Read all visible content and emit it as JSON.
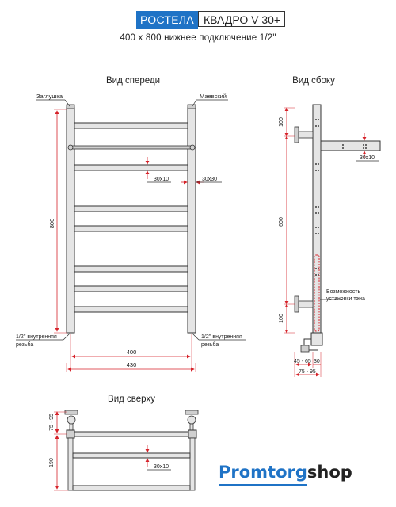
{
  "header": {
    "brand": "РОСТЕЛА",
    "model": "КВАДРО V 30+",
    "subtitle": "400 х 800 нижнее подключение 1/2\""
  },
  "front_view": {
    "title": "Вид спереди",
    "plug_label": "Заглушка",
    "vent_label": "Маевский",
    "bar_size_label": "30х10",
    "rail_size_label": "30х30",
    "height_label": "800",
    "inner_width_label": "400",
    "outer_width_label": "430",
    "left_inlet_label_line1": "1/2'' внутренняя",
    "left_inlet_label_line2": "резьба",
    "right_inlet_label_line1": "1/2'' внутренняя",
    "right_inlet_label_line2": "резьба"
  },
  "side_view": {
    "title": "Вид сбоку",
    "top_offset_label": "100",
    "middle_label": "600",
    "bottom_offset_label": "100",
    "bar_size_label": "30х10",
    "heater_note_line1": "Возможность",
    "heater_note_line2": "установки тэна",
    "depth_range_label": "45 - 65",
    "depth_small_label": "30",
    "wall_range_label": "75 - 95"
  },
  "top_view": {
    "title": "Вид сверху",
    "wall_range_label": "75 - 95",
    "depth_label": "190",
    "bar_size_label": "30х10"
  },
  "logo": {
    "part1": "Promtorg",
    "part2": "shop"
  },
  "colors": {
    "brand_blue": "#1f73c6",
    "dimension_red": "#d6232a",
    "steel_fill": "#e5e5e5",
    "outline": "#333333"
  }
}
